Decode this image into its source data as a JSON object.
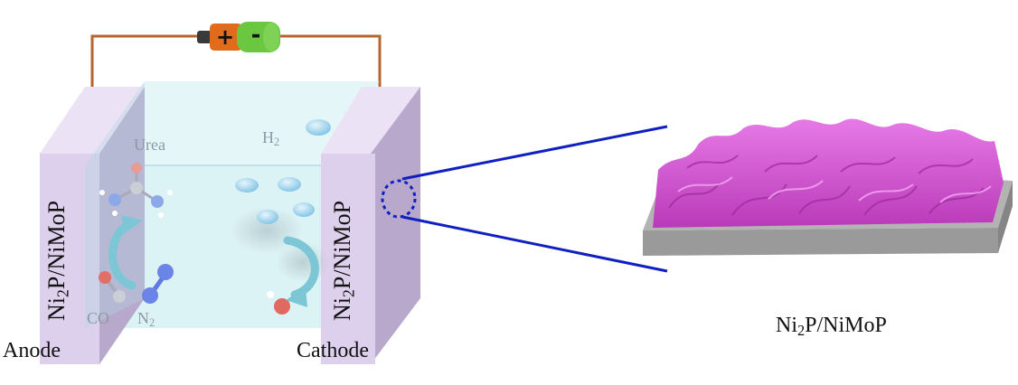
{
  "battery": {
    "plus_label": "+",
    "minus_label": "-"
  },
  "electrodes": {
    "anode_label": "Anode",
    "cathode_label": "Cathode",
    "left_plate": {
      "main": "Ni",
      "sub": "2",
      "rest": "P/NiMoP"
    },
    "right_plate": {
      "main": "Ni",
      "sub": "2",
      "rest": "P/NiMoP"
    }
  },
  "molecules": {
    "urea": "Urea",
    "h2": {
      "main": "H",
      "sub": "2"
    },
    "co": "CO",
    "n2": {
      "main": "N",
      "sub": "2"
    }
  },
  "material": {
    "main": "Ni",
    "sub": "2",
    "rest": "P/NiMoP"
  },
  "colors": {
    "plate_front": "#ddd0ec",
    "plate_side": "#b8a9cc",
    "electrolyte": "#cdeef2",
    "wire": "#b5652f",
    "callout": "#1020c0",
    "film": "#d24fd2",
    "substrate": "#9a9a9a"
  }
}
